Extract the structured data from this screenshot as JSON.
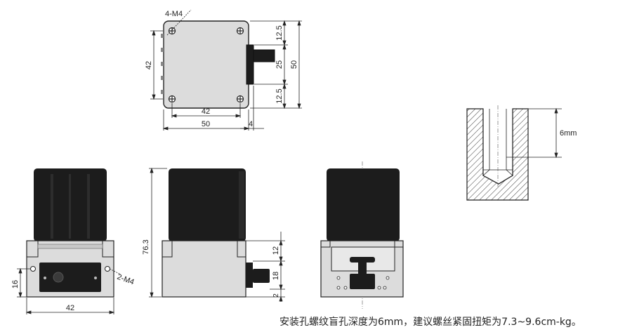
{
  "top_view": {
    "label_holes": "4-M4",
    "dim_width_inner": "42",
    "dim_width_outer": "50",
    "dim_height": "42",
    "dim_shaft": "4",
    "dim_right_top": "12.5",
    "dim_right_mid": "25",
    "dim_right_bot": "12.5",
    "dim_right_total": "50"
  },
  "front_view": {
    "label_holes": "2-M4",
    "dim_height": "16",
    "dim_width": "42"
  },
  "side_view": {
    "dim_total": "76.3",
    "dim_upper": "12",
    "dim_lower": "18",
    "dim_base": "2"
  },
  "section_view": {
    "dim_depth": "6mm"
  },
  "caption": "安装孔螺纹盲孔深度为6mm，建议螺丝紧固扭矩为7.3~9.6cm-kg。",
  "colors": {
    "black_body": "#1c1c1c",
    "metal": "#dcdcdc",
    "line": "#222222",
    "hatch": "#333333"
  }
}
